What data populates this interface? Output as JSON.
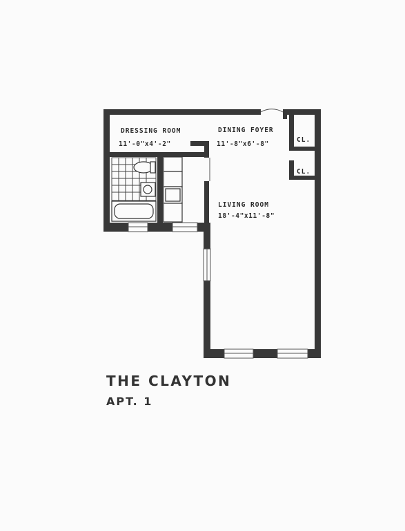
{
  "building_name": "THE CLAYTON",
  "unit": "APT. 1",
  "rooms": [
    {
      "name": "DRESSING ROOM",
      "dimensions": "11'-0\"x4'-2\""
    },
    {
      "name": "DINING FOYER",
      "dimensions": "11'-8\"x6'-8\""
    },
    {
      "name": "LIVING ROOM",
      "dimensions": "18'-4\"x11'-8\""
    }
  ],
  "closets": [
    "CL.",
    "CL."
  ],
  "colors": {
    "wall": "#383838",
    "paper": "#fbfbfb",
    "ink": "#2a2a2a"
  }
}
